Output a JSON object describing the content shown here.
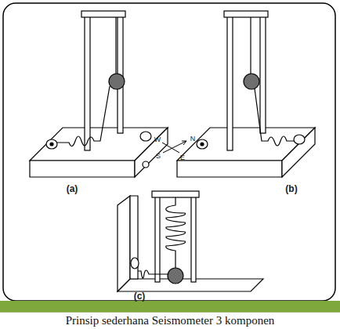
{
  "diagram": {
    "caption": "Prinsip sederhana Seismometer 3 komponen",
    "labels": [
      "W",
      "N",
      "S",
      "E",
      "(a)",
      "(b)",
      "(c)"
    ]
  }
}
